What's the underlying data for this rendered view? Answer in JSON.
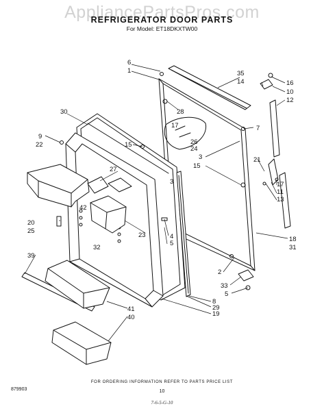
{
  "watermark": "AppliancePartsPros.com",
  "header": {
    "title": "REFRIGERATOR DOOR PARTS",
    "subtitle": "For Model: ET18DKXTW00"
  },
  "footer": {
    "note": "FOR ORDERING INFORMATION REFER TO PARTS PRICE LIST",
    "code": "879903",
    "page": "10",
    "signature": "7-6-5-G-10"
  },
  "colors": {
    "ink": "#111111",
    "watermark": "#d2d2d2",
    "paper": "#ffffff"
  },
  "callouts": [
    {
      "id": "c6",
      "text": "6"
    },
    {
      "id": "c1",
      "text": "1"
    },
    {
      "id": "c35",
      "text": "35"
    },
    {
      "id": "c14",
      "text": "14"
    },
    {
      "id": "c16",
      "text": "16"
    },
    {
      "id": "c10",
      "text": "10"
    },
    {
      "id": "c12",
      "text": "12"
    },
    {
      "id": "c28",
      "text": "28"
    },
    {
      "id": "c30",
      "text": "30"
    },
    {
      "id": "c7",
      "text": "7"
    },
    {
      "id": "c17a",
      "text": "17"
    },
    {
      "id": "c26",
      "text": "26"
    },
    {
      "id": "c24",
      "text": "24"
    },
    {
      "id": "c9",
      "text": "9"
    },
    {
      "id": "c22",
      "text": "22"
    },
    {
      "id": "c15a",
      "text": "15"
    },
    {
      "id": "c3a",
      "text": "3"
    },
    {
      "id": "c15b",
      "text": "15"
    },
    {
      "id": "c21",
      "text": "21"
    },
    {
      "id": "c27",
      "text": "27"
    },
    {
      "id": "c3b",
      "text": "3"
    },
    {
      "id": "c17b",
      "text": "17"
    },
    {
      "id": "c11",
      "text": "11"
    },
    {
      "id": "c13",
      "text": "13"
    },
    {
      "id": "c42",
      "text": "42"
    },
    {
      "id": "c20",
      "text": "20"
    },
    {
      "id": "c25",
      "text": "25"
    },
    {
      "id": "c23",
      "text": "23"
    },
    {
      "id": "c4",
      "text": "4"
    },
    {
      "id": "c5a",
      "text": "5"
    },
    {
      "id": "c32",
      "text": "32"
    },
    {
      "id": "c18",
      "text": "18"
    },
    {
      "id": "c31",
      "text": "31"
    },
    {
      "id": "c39",
      "text": "39"
    },
    {
      "id": "c2",
      "text": "2"
    },
    {
      "id": "c33",
      "text": "33"
    },
    {
      "id": "c5b",
      "text": "5"
    },
    {
      "id": "c8",
      "text": "8"
    },
    {
      "id": "c29",
      "text": "29"
    },
    {
      "id": "c19",
      "text": "19"
    },
    {
      "id": "c41",
      "text": "41"
    },
    {
      "id": "c40",
      "text": "40"
    }
  ]
}
